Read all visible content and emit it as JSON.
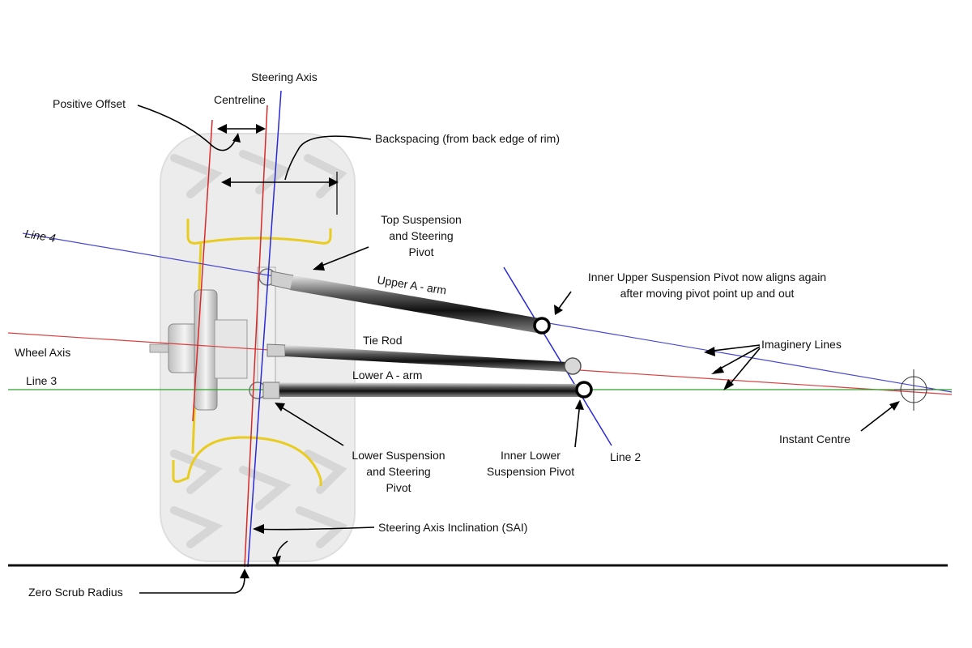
{
  "labels": {
    "steering_axis": "Steering Axis",
    "centreline": "Centreline",
    "positive_offset": "Positive Offset",
    "backspacing": "Backspacing (from back edge of rim)",
    "top_pivot_1": "Top Suspension",
    "top_pivot_2": "and Steering",
    "top_pivot_3": "Pivot",
    "line_4": "Line 4",
    "upper_a_arm": "Upper A - arm",
    "inner_upper_1": "Inner Upper Suspension Pivot now aligns again",
    "inner_upper_2": "after moving pivot point up and out",
    "tie_rod": "Tie Rod",
    "wheel_axis": "Wheel Axis",
    "imaginery_lines": "Imaginery Lines",
    "line_3": "Line 3",
    "lower_a_arm": "Lower A - arm",
    "instant_centre": "Instant Centre",
    "lower_pivot_1": "Lower Suspension",
    "lower_pivot_2": "and Steering",
    "lower_pivot_3": "Pivot",
    "inner_lower_1": "Inner Lower",
    "inner_lower_2": "Suspension Pivot",
    "line_2": "Line 2",
    "sai": "Steering Axis Inclination (SAI)",
    "zero_scrub": "Zero Scrub Radius"
  },
  "colors": {
    "steering_axis": "#2a2ad6",
    "centreline": "#d62a2a",
    "line_3": "#2fa02f",
    "line_4": "#4848d0",
    "wheel_axis": "#d84040",
    "rim": "#e8cc22",
    "tire": "#ececec",
    "ground": "#111111"
  }
}
